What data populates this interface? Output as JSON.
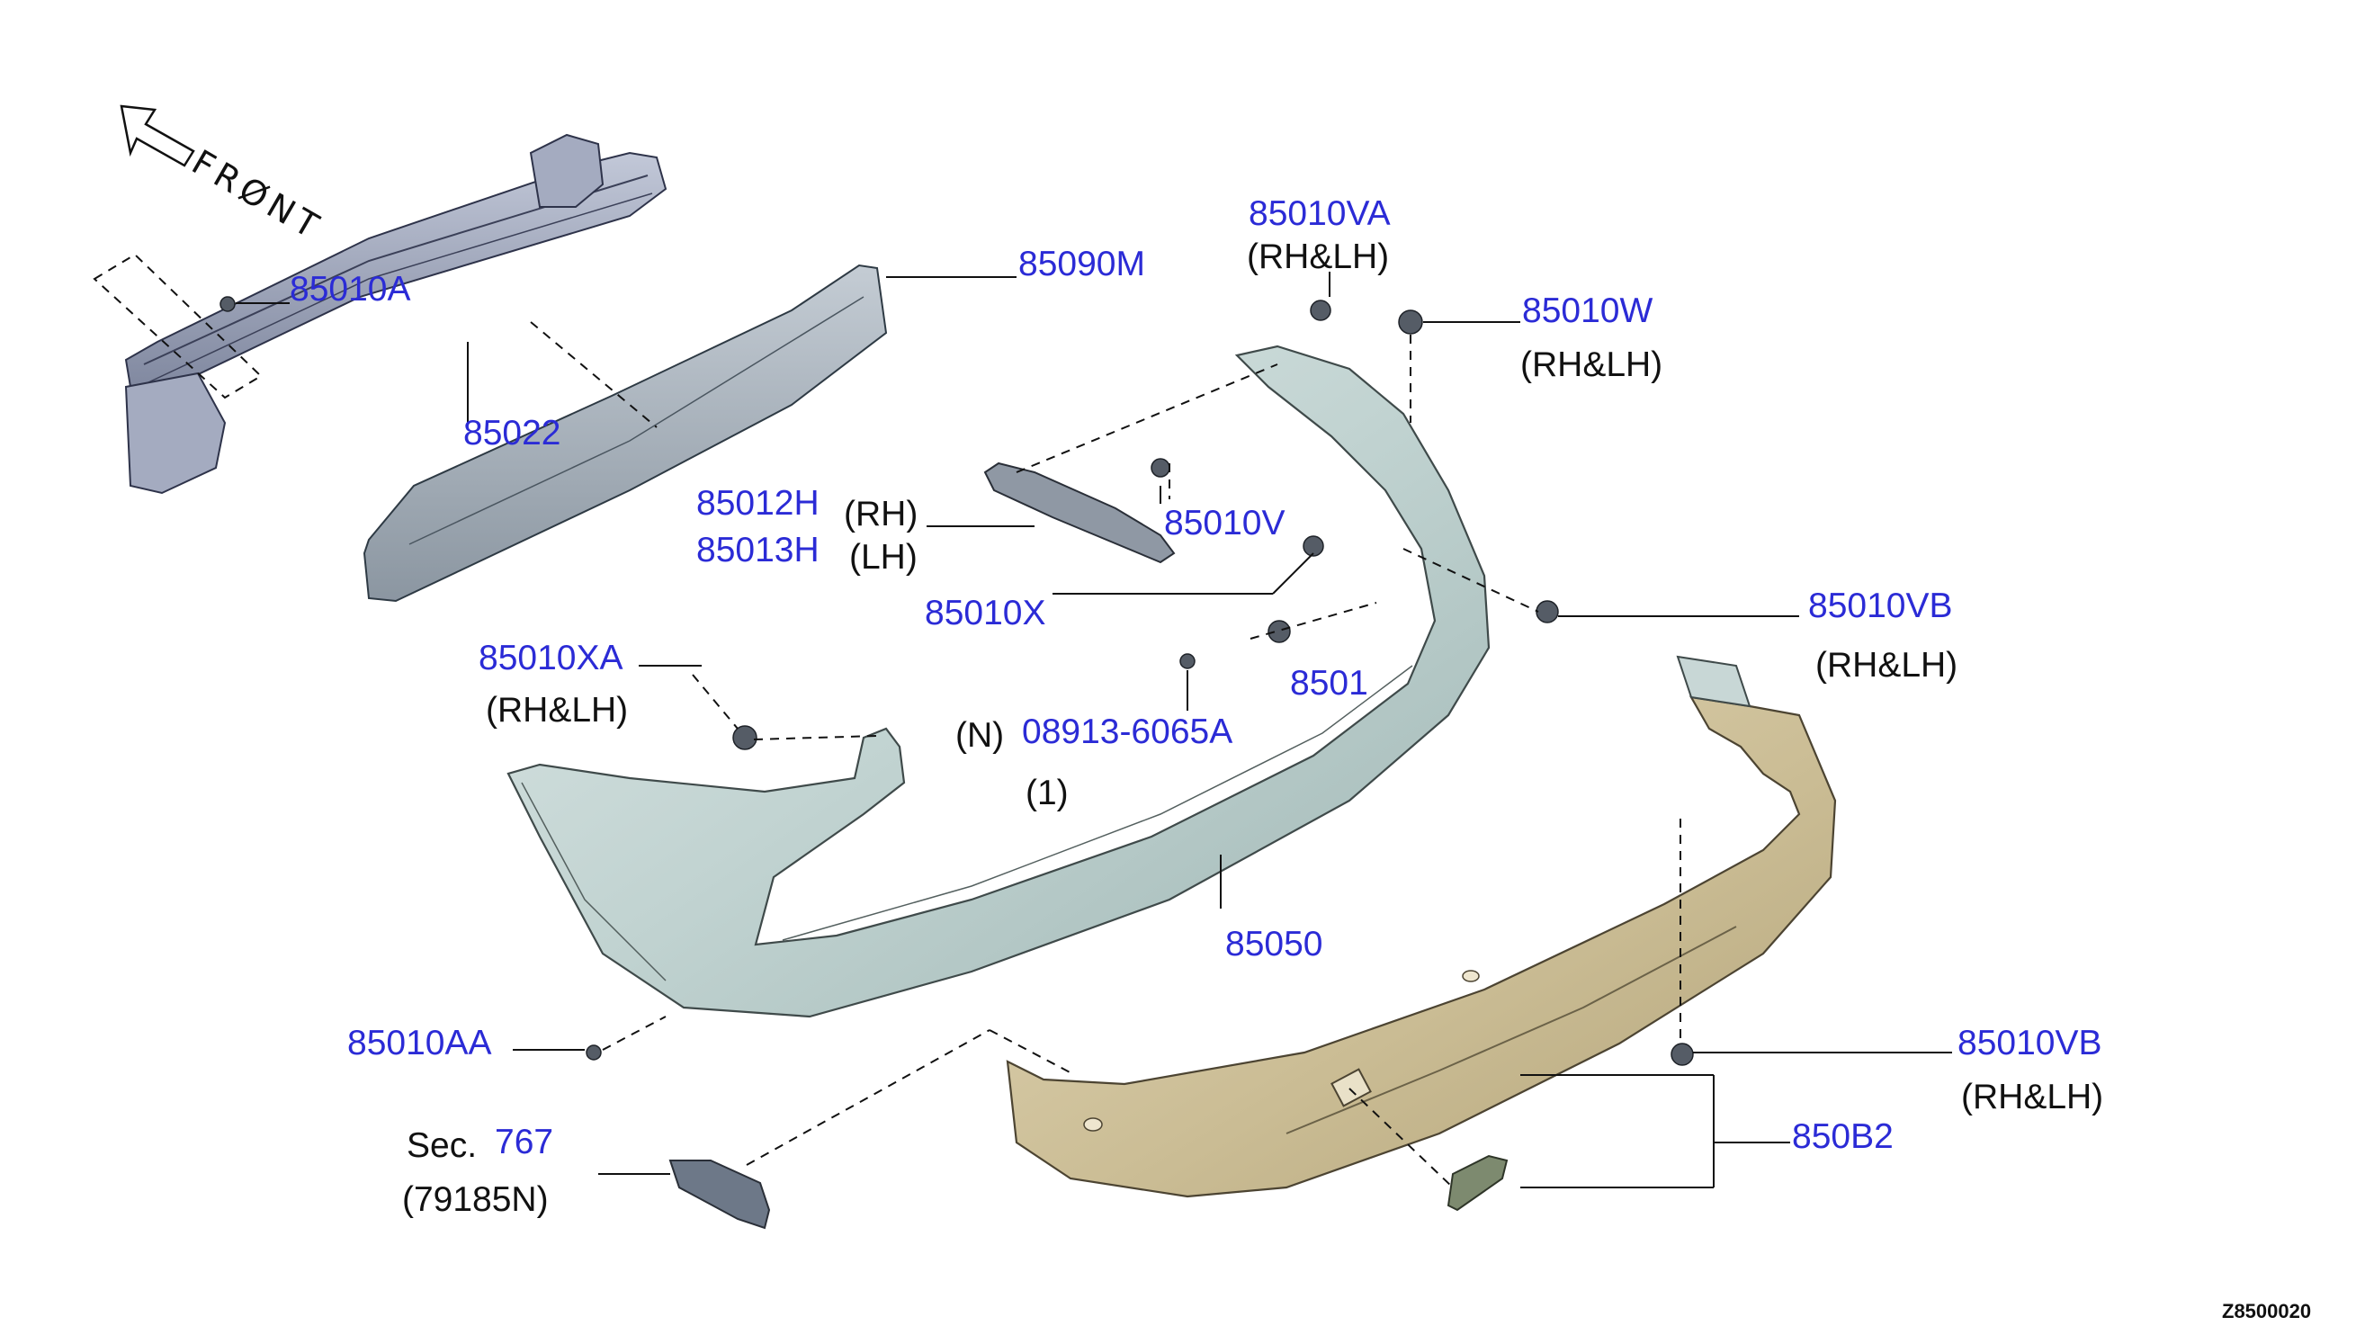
{
  "orientation": {
    "front_label": "FRØNT"
  },
  "parts": {
    "p85010A": "85010A",
    "p85022": "85022",
    "p85090M": "85090M",
    "p85010VA": "85010VA",
    "p85010VA_side": "(RH&LH)",
    "p85010W": "85010W",
    "p85010W_side": "(RH&LH)",
    "p85012H": "85012H",
    "p85012H_side": "(RH)",
    "p85013H": "85013H",
    "p85013H_side": "(LH)",
    "p85010V": "85010V",
    "p85010X": "85010X",
    "p85010VB_upper": "85010VB",
    "p85010VB_upper_side": "(RH&LH)",
    "p85010XA": "85010XA",
    "p85010XA_side": "(RH&LH)",
    "p85010AA_partial": "8501",
    "p08913_prefix": "(N)",
    "p08913": "08913-6065A",
    "p08913_qty": "(1)",
    "p85050": "85050",
    "p85010AA": "85010AA",
    "p85010VB_lower": "85010VB",
    "p85010VB_lower_side": "(RH&LH)",
    "p850B2": "850B2",
    "sec_prefix": "Sec.",
    "sec_number": "767",
    "sec_part": "(79185N)"
  },
  "diagram_code": "Z8500020",
  "colors": {
    "label_blue": "#2b2bd6",
    "label_black": "#111111",
    "fascia_main": "#c3d4d2",
    "fascia_lower": "#cdbf98",
    "beam": "#9fa6bd",
    "absorber": "#a8b2bc"
  }
}
